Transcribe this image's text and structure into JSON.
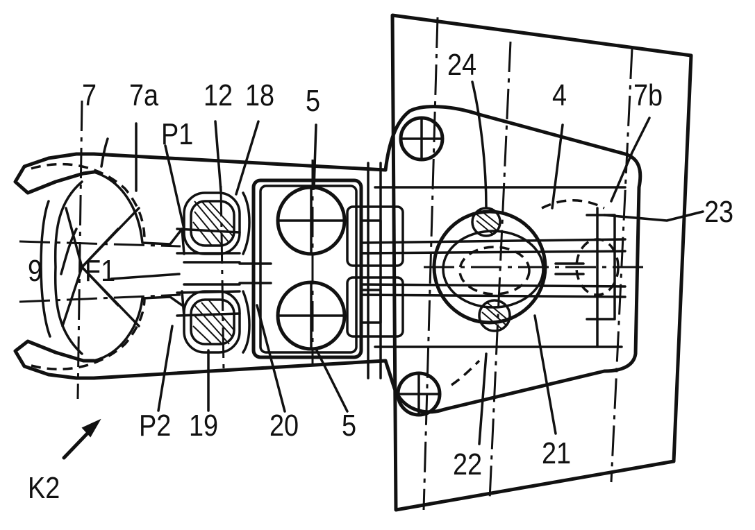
{
  "figure": {
    "view_label": "K2",
    "labels": {
      "l7": "7",
      "l7a": "7a",
      "l12": "12",
      "l18": "18",
      "l5_top": "5",
      "l24": "24",
      "l4": "4",
      "l7b": "7b",
      "lP1": "P1",
      "l23": "23",
      "l9": "9",
      "lF1": "F1",
      "lP2": "P2",
      "l19": "19",
      "l20": "20",
      "l5_bottom": "5",
      "l22": "22",
      "l21": "21"
    }
  }
}
